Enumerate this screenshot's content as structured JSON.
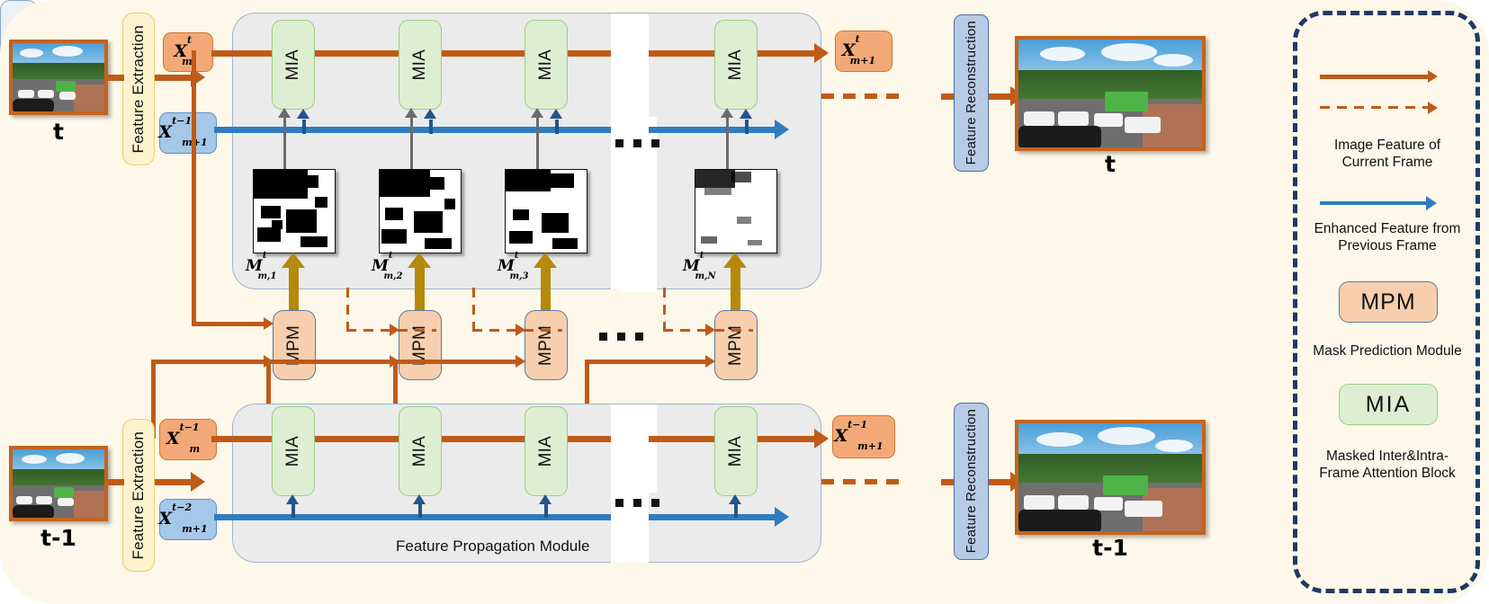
{
  "diagram": {
    "title": "Feature Propagation Module",
    "background_color": "#fdf8e9",
    "accent_orange": "#c05a18",
    "accent_blue": "#2f7dc0",
    "accent_gold": "#b5890b"
  },
  "rows": {
    "top": {
      "frame_label": "t",
      "feature_extraction_label": "Feature Extraction",
      "feature_reconstruction_label": "Feature Reconstruction",
      "input_tag_orange": {
        "base": "X",
        "sup": "t",
        "sub": "m"
      },
      "input_tag_blue": {
        "base": "X",
        "sup": "t−1",
        "sub": "m+1"
      },
      "output_tag_orange": {
        "base": "X",
        "sup": "t",
        "sub": "m+1"
      },
      "mia_label": "MIA",
      "mia_blocks": [
        "MIA",
        "MIA",
        "MIA",
        "MIA"
      ],
      "mask_labels": [
        {
          "base": "M",
          "sup": "t",
          "sub": "m,1"
        },
        {
          "base": "M",
          "sup": "t",
          "sub": "m,2"
        },
        {
          "base": "M",
          "sup": "t",
          "sub": "m,3"
        },
        {
          "base": "M",
          "sup": "t",
          "sub": "m,N"
        }
      ],
      "output_frame_label": "t"
    },
    "bottom": {
      "frame_label": "t-1",
      "feature_extraction_label": "Feature Extraction",
      "feature_reconstruction_label": "Feature Reconstruction",
      "input_tag_orange": {
        "base": "X",
        "sup": "t−1",
        "sub": "m"
      },
      "input_tag_blue": {
        "base": "X",
        "sup": "t−2",
        "sub": "m+1"
      },
      "output_tag_orange": {
        "base": "X",
        "sup": "t−1",
        "sub": "m+1"
      },
      "mia_blocks": [
        "MIA",
        "MIA",
        "MIA",
        "MIA"
      ],
      "output_frame_label": "t-1",
      "module_title": "Feature Propagation Module"
    }
  },
  "mpm": {
    "label": "MPM",
    "blocks": [
      "MPM",
      "MPM",
      "MPM",
      "MPM"
    ]
  },
  "ellipsis": "...",
  "legend": {
    "items": [
      {
        "kind": "arrow-solid-dashed",
        "color": "#c05a18",
        "caption_line1": "Image Feature of",
        "caption_line2": "Current Frame"
      },
      {
        "kind": "arrow-solid",
        "color": "#2f7dc0",
        "caption_line1": "Enhanced Feature from",
        "caption_line2": "Previous Frame"
      },
      {
        "kind": "chip",
        "chip_label": "MPM",
        "caption_line1": "Mask Prediction Module",
        "caption_line2": ""
      },
      {
        "kind": "chip",
        "chip_label": "MIA",
        "caption_line1": "Masked Inter&Intra-",
        "caption_line2": "Frame Attention Block"
      }
    ]
  }
}
